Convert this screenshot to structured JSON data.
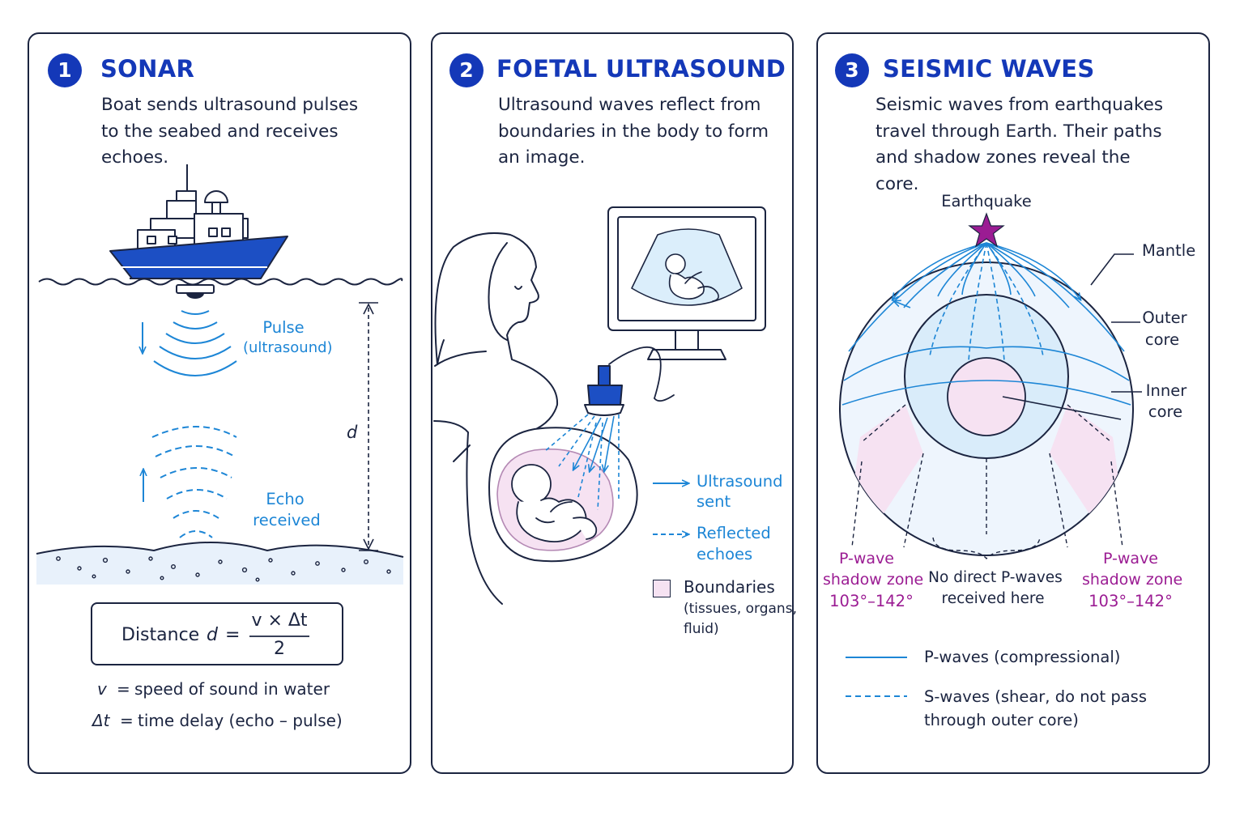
{
  "panels": [
    {
      "number": "1",
      "title": "SONAR",
      "description": "Boat sends ultrasound pulses to the seabed and receives echoes.",
      "labels": {
        "pulse": "Pulse",
        "pulse_sub": "(ultrasound)",
        "echo": "Echo",
        "echo_sub": "received",
        "distance_var": "d"
      },
      "formula": {
        "prefix": "Distance",
        "var": "d",
        "eq": "=",
        "numerator": "v × Δt",
        "denominator": "2"
      },
      "legend": [
        {
          "symbol": "v",
          "eq": "=",
          "text": "speed of sound in water"
        },
        {
          "symbol": "Δt",
          "eq": "=",
          "text": "time delay (echo – pulse)"
        }
      ]
    },
    {
      "number": "2",
      "title": "FOETAL ULTRASOUND",
      "description": "Ultrasound waves reflect from boundaries in the body to form an image.",
      "legend": {
        "sent_1": "Ultrasound",
        "sent_2": "sent",
        "reflected_1": "Reflected",
        "reflected_2": "echoes",
        "boundaries": "Boundaries",
        "boundaries_sub_1": "(tissues, organs,",
        "boundaries_sub_2": "fluid)"
      }
    },
    {
      "number": "3",
      "title": "SEISMIC WAVES",
      "description": "Seismic waves from earthquakes travel through Earth. Their paths and shadow zones reveal the core.",
      "labels": {
        "earthquake": "Earthquake",
        "mantle": "Mantle",
        "outer_core_1": "Outer",
        "outer_core_2": "core",
        "inner_core_1": "Inner",
        "inner_core_2": "core",
        "shadow_left_1": "P-wave",
        "shadow_left_2": "shadow zone",
        "shadow_left_3": "103°–142°",
        "no_direct_1": "No direct P-waves",
        "no_direct_2": "received here",
        "shadow_right_1": "P-wave",
        "shadow_right_2": "shadow zone",
        "shadow_right_3": "103°–142°"
      },
      "legend": {
        "p_waves": "P-waves (compressional)",
        "s_waves_1": "S-waves (shear, do not pass",
        "s_waves_2": "through outer core)"
      }
    }
  ],
  "colors": {
    "accent": "#1438b8",
    "wave_blue": "#1d86d6",
    "shadow_magenta": "#9b1c93",
    "outline": "#1b2440",
    "core_blue": "#dbeefb",
    "inner_core_pink": "#f6e2f2"
  }
}
